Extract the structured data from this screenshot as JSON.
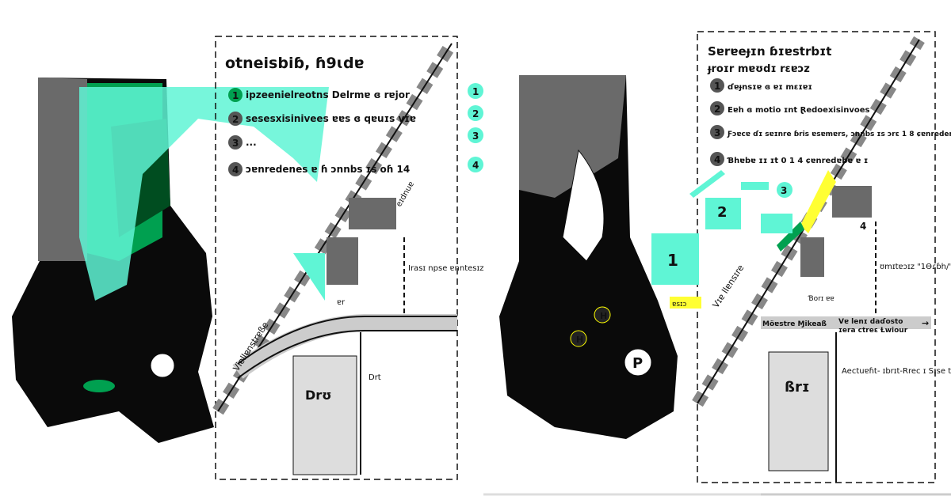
{
  "colors": {
    "teal": "#5ff5d5",
    "green": "#00a050",
    "dark_green": "#004d20",
    "black": "#0a0a0a",
    "grey": "#888888",
    "light_grey": "#cccccc",
    "yellow": "#ffff33"
  },
  "left_panel": {
    "title": "otneisbiɓ, ɦ9ɩdɐ",
    "legend": [
      {
        "number": "1",
        "text": "ipzeenielreotns Delrmɐ ɞ rɐjor"
      },
      {
        "number": "2",
        "text": "sesesxisinivees ɐɐs ɞ qɐuɪs vɪɐ"
      },
      {
        "number": "3",
        "text": "..."
      },
      {
        "number": "4",
        "text": "ɔɐnredenes ɐ ɦ ɔnnbs ɪs oɦ 14"
      }
    ],
    "map_labels": {
      "street_diag": "Viɐllɐnstrɐße",
      "street_top": "eɪdnuɐ",
      "block_text": "Irasɪ npse ɐnntesɪz",
      "station": "ɐr",
      "building": "Drʊ",
      "station2": "Drt"
    }
  },
  "middle_markers": [
    "1",
    "2",
    "3",
    "4"
  ],
  "right_panel": {
    "title": "Sɐrɐeɟɪn ɓɪɐstrbɪt",
    "subtitle": "ɟroɪr mɐʊdɪ rɛɐɔz",
    "legend": [
      {
        "number": "1",
        "text": "ɗɐɟnsɪɐ ɞ ɐɪ mɛɪɐɪ"
      },
      {
        "number": "2",
        "text": "Eɐh ɞ motio ɪnt Ɽedoexisinvoes"
      },
      {
        "number": "3",
        "text": "Ƒɔɐcɐ ɗɪ sɐɪnre ɓris ɐsɐmɐrs, ɔnnbs ɪs ɔrɛ 1 8 ɕɐnredenes ɐ"
      },
      {
        "number": "4",
        "text": "Ɓhɐbɐ ɪɪ ɪt 0 1 4 ɕɐnredɐbɐ ɐ ɪ"
      }
    ],
    "map_labels": {
      "block_text": "ʊmɪtɐɔɪz \"1Ɵɾɓh/\"",
      "station": "Ɓorɪ ɐɐ",
      "street_left": "Möɐstre Ɱikeaß",
      "street_right": "Vɐ lenɪ daɗosto ɪera ctreɛ Ɫwiour",
      "street_arrow": "→",
      "building": "ßrɪ",
      "bottom_text": "Aectuɐɦt- ɪbrɪt-Rrec ɪ Sɪse trɐ",
      "street_diag": "Vɪɐ llɐnsɪre",
      "badge": "ɐsɪɔ",
      "marker_numbers": [
        "1",
        "2",
        "3",
        "4"
      ],
      "poi_marks": [
        "H",
        "H",
        "P"
      ]
    }
  }
}
